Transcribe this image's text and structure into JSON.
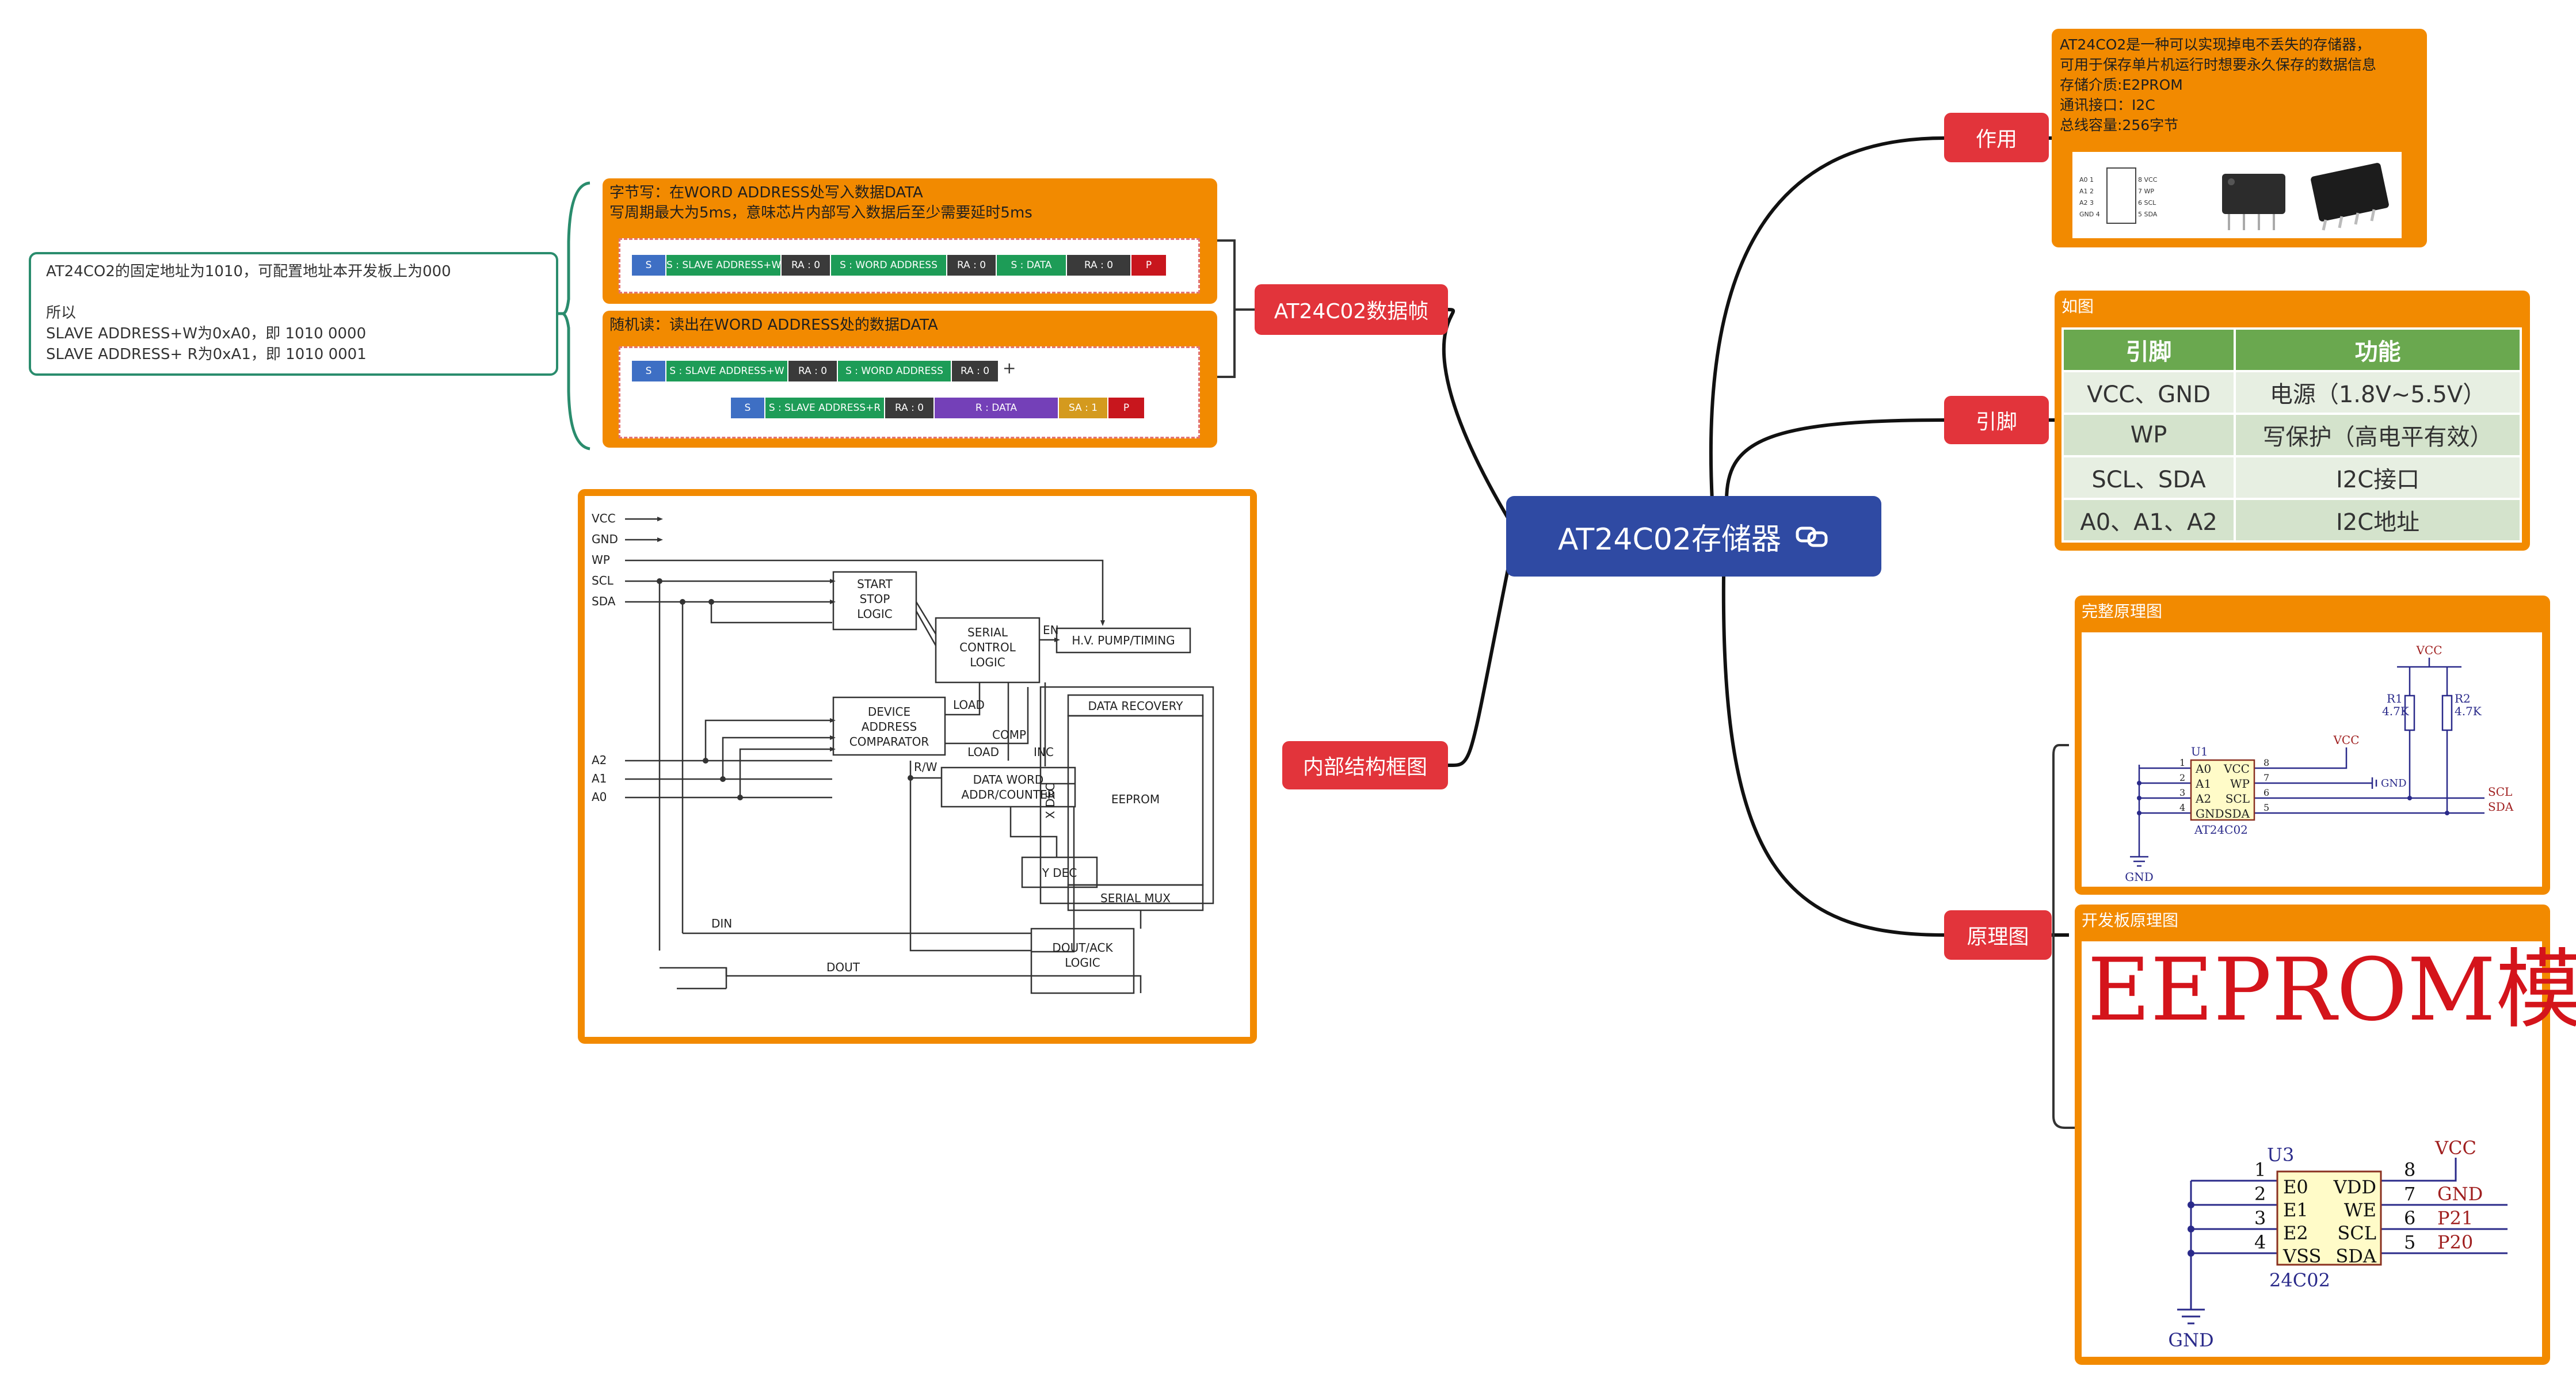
{
  "central": {
    "title": "AT24C02存储器"
  },
  "branches": {
    "frame": "AT24C02数据帧",
    "structure": "内部结构框图",
    "role": "作用",
    "pins": "引脚",
    "schematic": "原理图"
  },
  "note": {
    "line1": "AT24CO2的固定地址为1010，可配置地址本开发板上为000",
    "line2": "所以",
    "line3": "SLAVE ADDRESS+W为0xA0，即 1010 0000",
    "line4": "SLAVE ADDRESS+ R为0xA1，即 1010 0001"
  },
  "byte_write": {
    "desc1": "字节写：在WORD ADDRESS处写入数据DATA",
    "desc2": "写周期最大为5ms，意味芯片内部写入数据后至少需要延时5ms",
    "segments": [
      "S",
      "S : SLAVE ADDRESS+W",
      "RA : 0",
      "S : WORD ADDRESS",
      "RA : 0",
      "S : DATA",
      "RA : 0",
      "P"
    ]
  },
  "random_read": {
    "desc": "随机读：读出在WORD ADDRESS处的数据DATA",
    "row1": [
      "S",
      "S : SLAVE ADDRESS+W",
      "RA : 0",
      "S : WORD ADDRESS",
      "RA : 0"
    ],
    "plus": "+",
    "row2": [
      "S",
      "S : SLAVE ADDRESS+R",
      "RA : 0",
      "R : DATA",
      "SA : 1",
      "P"
    ]
  },
  "block": {
    "vcc": "VCC",
    "gnd": "GND",
    "wp": "WP",
    "scl": "SCL",
    "sda": "SDA",
    "a2": "A2",
    "a1": "A1",
    "a0": "A0",
    "start1": "START",
    "start2": "STOP",
    "start3": "LOGIC",
    "serial1": "SERIAL",
    "serial2": "CONTROL",
    "serial3": "LOGIC",
    "en": "EN",
    "hv": "H.V. PUMP/TIMING",
    "load": "LOAD",
    "load2": "LOAD",
    "comp": "COMP",
    "inc": "INC",
    "dev1": "DEVICE",
    "dev2": "ADDRESS",
    "dev3": "COMPARATOR",
    "rw": "R/W",
    "dw1": "DATA WORD",
    "dw2": "ADDR/COUNTER",
    "data_recovery": "DATA RECOVERY",
    "xdec": "X DEC",
    "eeprom": "EEPROM",
    "ydec": "Y DEC",
    "serial_mux": "SERIAL MUX",
    "din": "DIN",
    "dout": "DOUT",
    "ack1": "DOUT/ACK",
    "ack2": "LOGIC"
  },
  "role": {
    "l1": "AT24CO2是一种可以实现掉电不丢失的存储器，",
    "l2": "可用于保存单片机运行时想要永久保存的数据信息",
    "l3": "存储介质:E2PROM",
    "l4": "通讯接口：I2C",
    "l5": "总线容量:256字节",
    "chip_pins_left": [
      "A0 1",
      "A1 2",
      "A2 3",
      "GND 4"
    ],
    "chip_pins_right": [
      "8 VCC",
      "7 WP",
      "6 SCL",
      "5 SDA"
    ]
  },
  "pins": {
    "caption": "如图",
    "head": [
      "引脚",
      "功能"
    ],
    "rows": [
      [
        "VCC、GND",
        "电源（1.8V~5.5V）"
      ],
      [
        "WP",
        "写保护（高电平有效）"
      ],
      [
        "SCL、SDA",
        "I2C接口"
      ],
      [
        "A0、A1、A2",
        "I2C地址"
      ]
    ]
  },
  "full_sch": {
    "caption": "完整原理图",
    "vcc_top": "VCC",
    "vcc_mid": "VCC",
    "r1": "R1",
    "r1v": "4.7K",
    "r2": "R2",
    "r2v": "4.7K",
    "u1": "U1",
    "left": [
      "A0",
      "A1",
      "A2",
      "GND"
    ],
    "right": [
      "VCC",
      "WP",
      "SCL",
      "SDA"
    ],
    "lnum": [
      "1",
      "2",
      "3",
      "4"
    ],
    "rnum": [
      "8",
      "7",
      "6",
      "5"
    ],
    "part": "AT24C02",
    "gnd_wp": "GND",
    "scl": "SCL",
    "sda": "SDA",
    "gnd": "GND"
  },
  "dev_sch": {
    "caption": "开发板原理图",
    "banner": "EEPROM模块",
    "u3": "U3",
    "left": [
      "E0",
      "E1",
      "E2",
      "VSS"
    ],
    "right": [
      "VDD",
      "WE",
      "SCL",
      "SDA"
    ],
    "lnum": [
      "1",
      "2",
      "3",
      "4"
    ],
    "rnum": [
      "8",
      "7",
      "6",
      "5"
    ],
    "part": "24C02",
    "vcc": "VCC",
    "n7": "GND",
    "n6": "P21",
    "n5": "P20",
    "gnd": "GND"
  }
}
